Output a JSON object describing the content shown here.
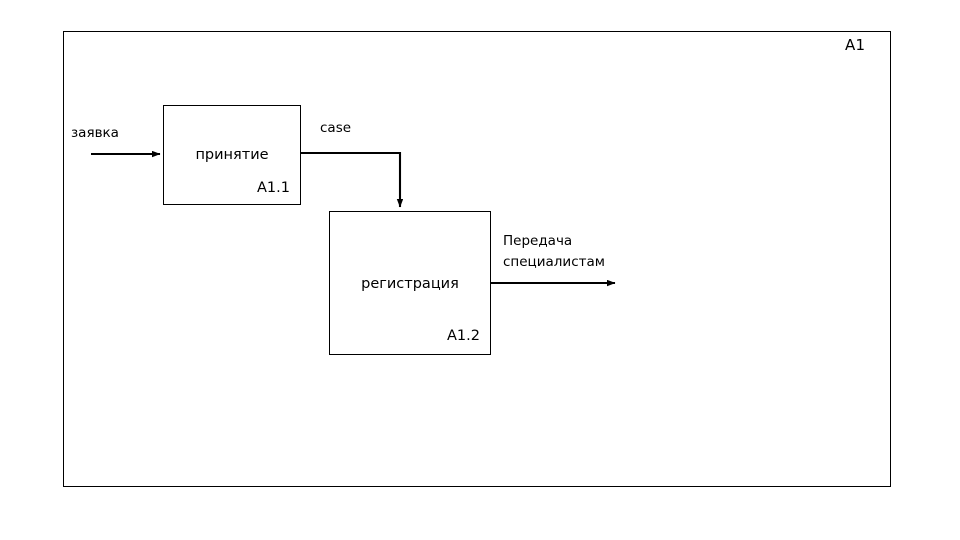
{
  "diagram": {
    "frame_label": "A1",
    "boxes": [
      {
        "id": "A1.1",
        "title": "принятие",
        "code": "A1.1"
      },
      {
        "id": "A1.2",
        "title": "регистрация",
        "code": "A1.2"
      }
    ],
    "arrows": [
      {
        "name": "input-zayavka",
        "label": "заявка"
      },
      {
        "name": "case-flow",
        "label": "case"
      },
      {
        "name": "output-peredacha",
        "label_line1": "Передача",
        "label_line2": "специалистам"
      }
    ],
    "colors": {
      "stroke": "#000000",
      "background": "#ffffff",
      "text": "#000000"
    }
  }
}
